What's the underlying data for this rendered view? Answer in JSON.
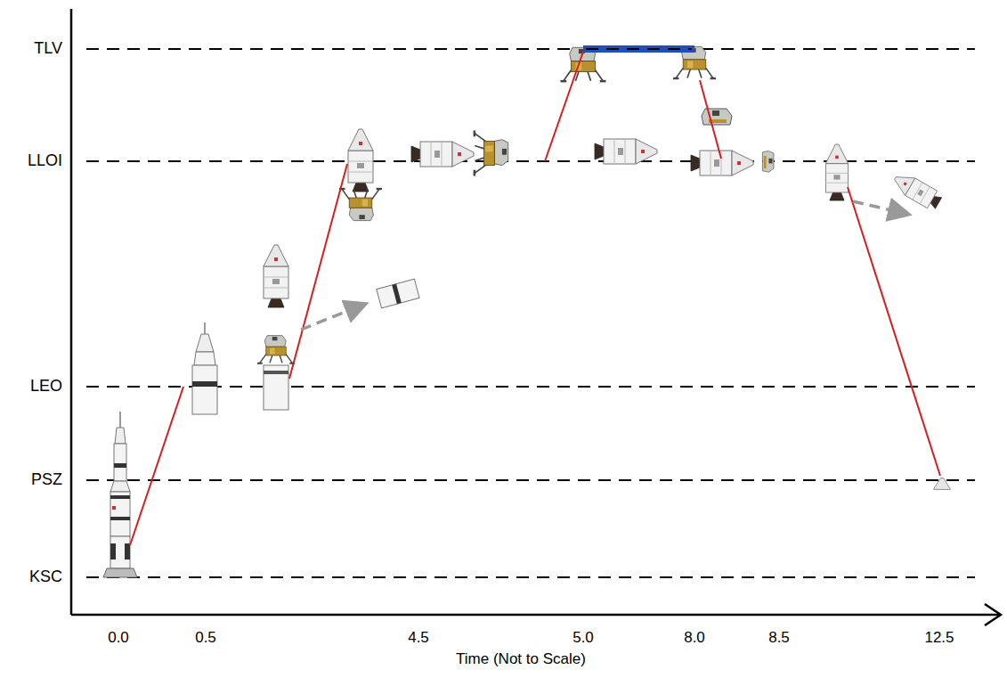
{
  "diagram": {
    "labels": [
      "TLV",
      "LLOI",
      "LEO",
      "PSZ",
      "KSC",
      "0.0",
      "0.5",
      "4.5",
      "5.0",
      "8.0",
      "8.5",
      "12.5",
      "Time (Not to Scale)"
    ]
  }
}
